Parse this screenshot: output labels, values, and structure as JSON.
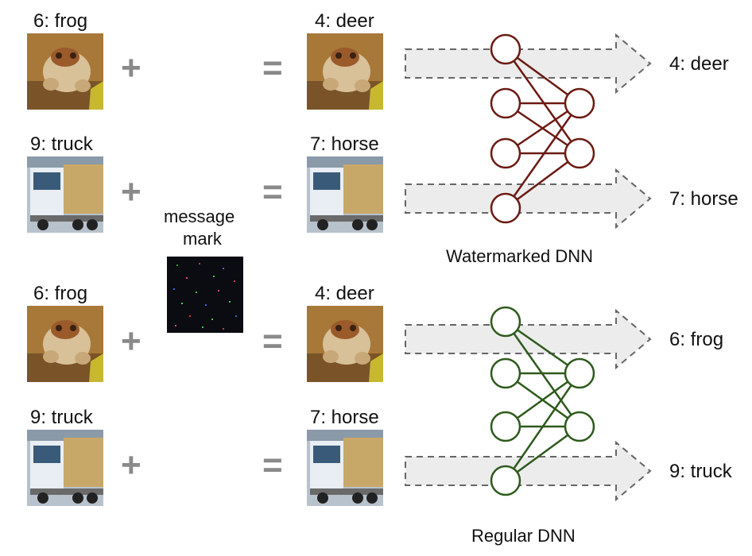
{
  "rows": [
    {
      "input_label": "6: frog",
      "image": "frog",
      "output_label": "4: deer"
    },
    {
      "input_label": "9: truck",
      "image": "truck",
      "output_label": "7: horse"
    },
    {
      "input_label": "6: frog",
      "image": "frog",
      "output_label": "4: deer"
    },
    {
      "input_label": "9: truck",
      "image": "truck",
      "output_label": "7: horse"
    }
  ],
  "operators": {
    "plus": "+",
    "equals": "="
  },
  "message_mark": {
    "label_line1": "message",
    "label_line2": "mark"
  },
  "networks": [
    {
      "name": "Watermarked DNN",
      "color": "#6b1a12",
      "predictions": [
        "4: deer",
        "7: horse"
      ]
    },
    {
      "name": "Regular DNN",
      "color": "#2e5a1c",
      "predictions": [
        "6: frog",
        "9: truck"
      ]
    }
  ]
}
